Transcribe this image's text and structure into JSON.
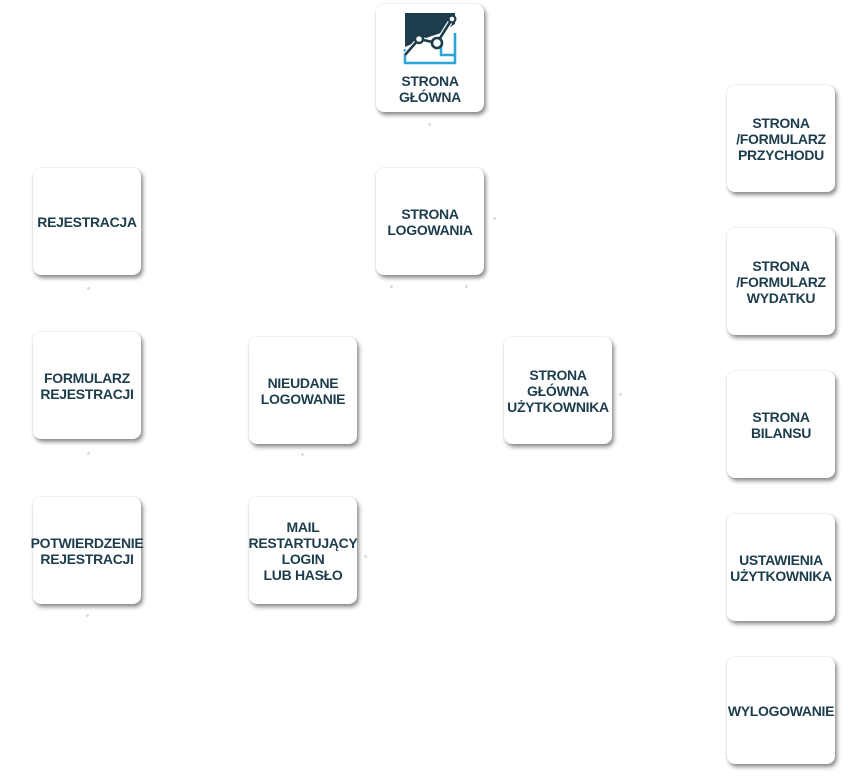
{
  "nodes": {
    "home": "STRONA\nGŁÓWNA",
    "login": "STRONA\nLOGOWANIA",
    "registration": "REJESTRACJA",
    "registration_form": "FORMULARZ\nREJESTRACJI",
    "registration_confirm": "POTWIERDZENIE\nREJESTRACJI",
    "failed_login": "NIEUDANE\nLOGOWANIE",
    "reset_mail": "MAIL\nRESTARTUJĄCY\nLOGIN\nLUB HASŁO",
    "user_home": "STRONA\nGŁÓWNA\nUŻYTKOWNIKA",
    "income_form": "STRONA\n/FORMULARZ\nPRZYCHODU",
    "expense_form": "STRONA\n/FORMULARZ\nWYDATKU",
    "balance": "STRONA\nBILANSU",
    "user_settings": "USTAWIENIA\nUŻYTKOWNIKA",
    "logout": "WYLOGOWANIE"
  },
  "colors": {
    "text": "#1d3d4d",
    "icon_dark": "#1d3d4d",
    "icon_accent": "#2aa6d6"
  },
  "icons": {
    "home": "line-chart-icon"
  }
}
